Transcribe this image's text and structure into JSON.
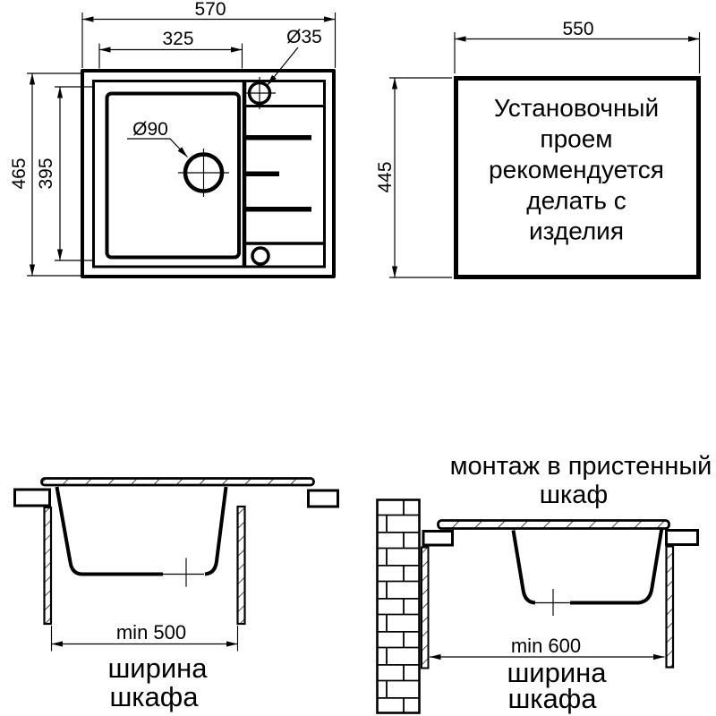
{
  "colors": {
    "ink": "#000000",
    "background": "#ffffff"
  },
  "top_view": {
    "width_label": "570",
    "bowl_width_label": "325",
    "height_label": "465",
    "bowl_height_label": "395",
    "faucet_hole_label": "Ø35",
    "drain_hole_label": "Ø90"
  },
  "cutout_view": {
    "width_label": "550",
    "height_label": "445",
    "note_lines": [
      "Установочный",
      "проем",
      "рекомендуется",
      "делать с",
      "изделия"
    ]
  },
  "section_standard": {
    "min_width_label": "min 500",
    "caption_line1": "ширина",
    "caption_line2": "шкафа"
  },
  "section_wall": {
    "title_line1": "монтаж в пристенный",
    "title_line2": "шкаф",
    "min_width_label": "min 600",
    "caption_line1": "ширина",
    "caption_line2": "шкафа"
  }
}
